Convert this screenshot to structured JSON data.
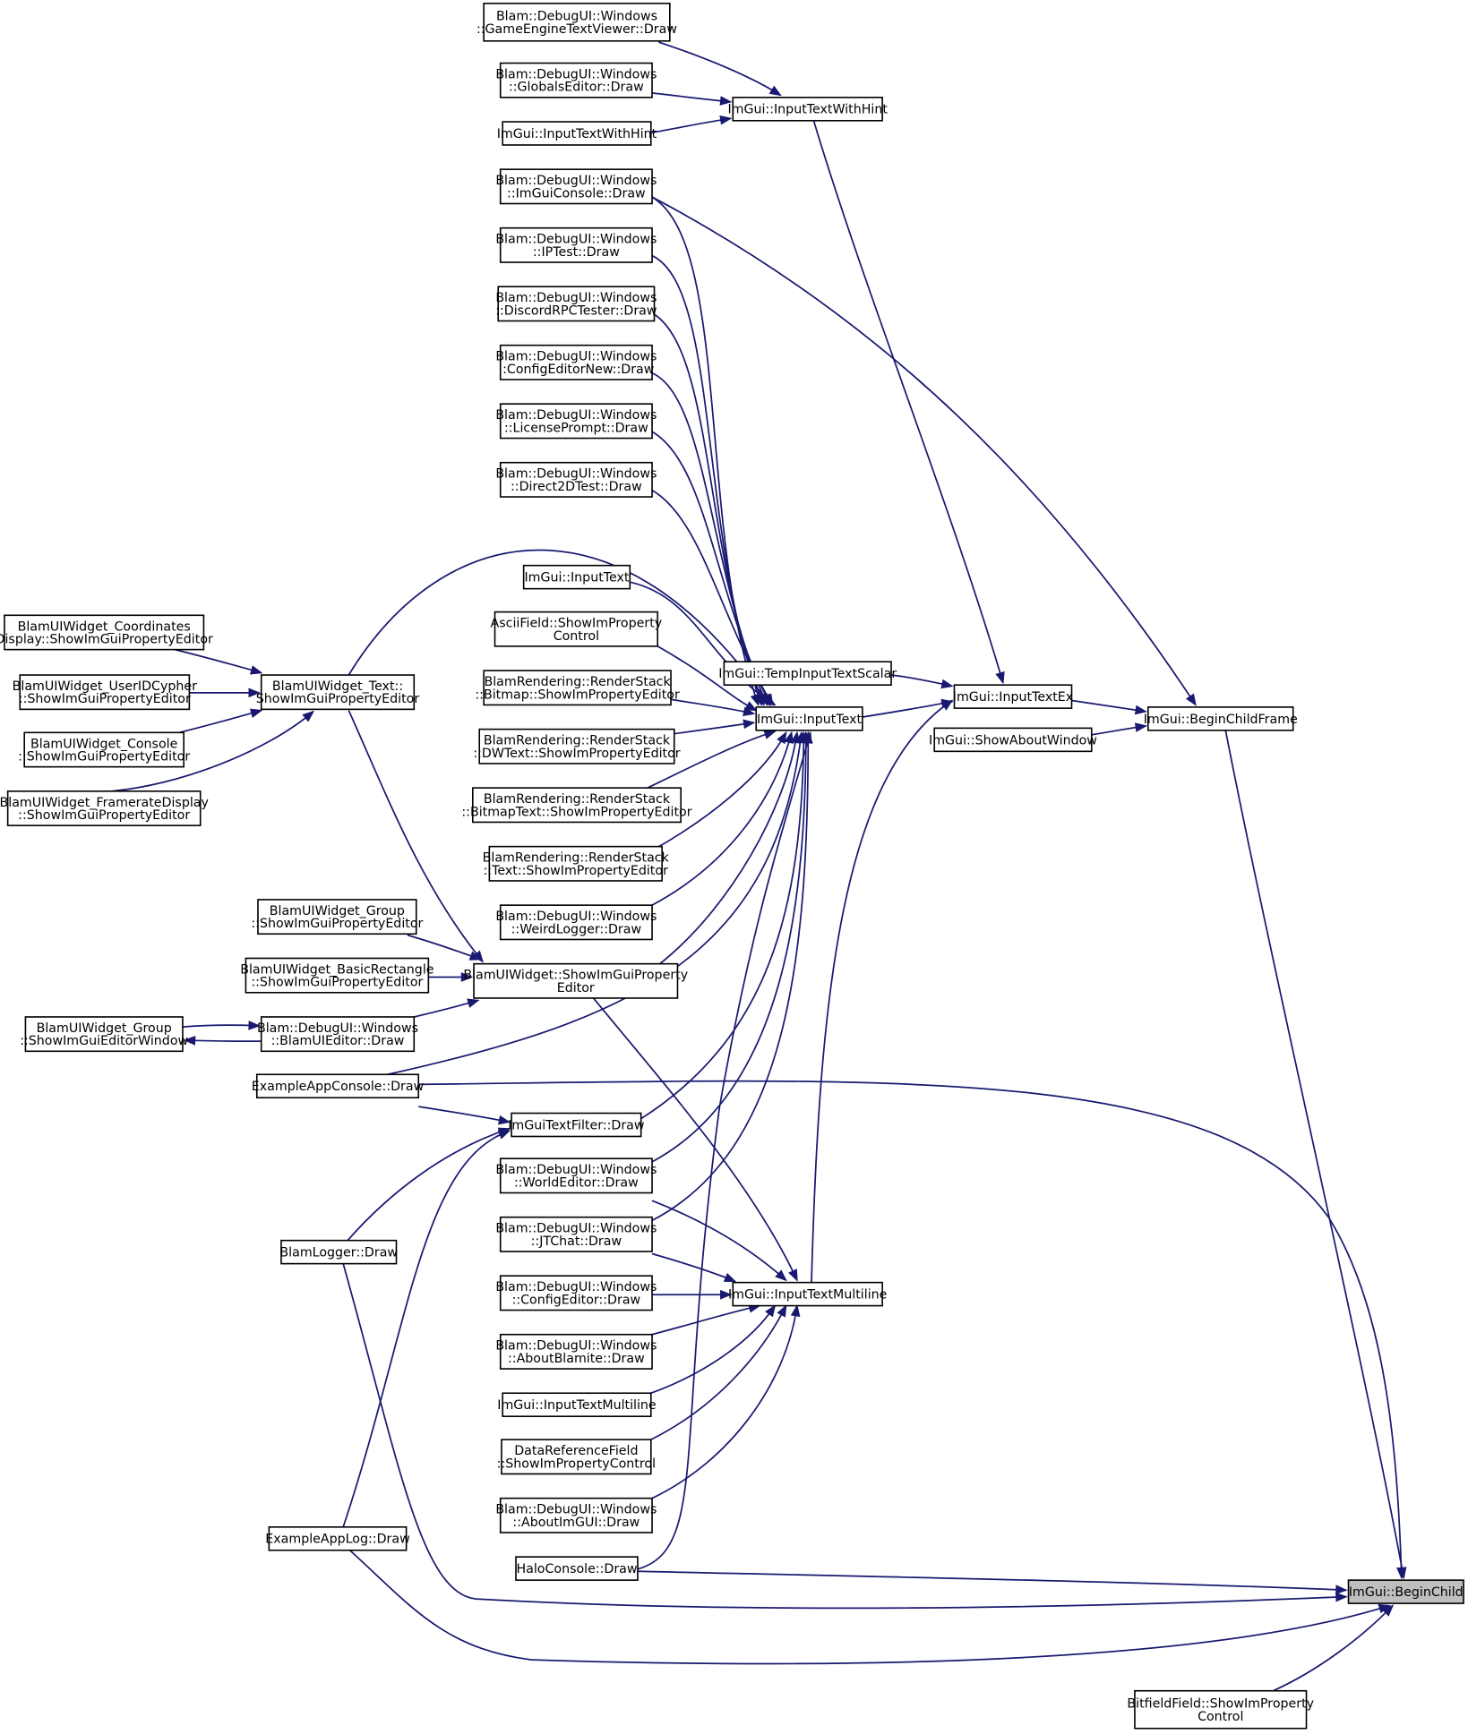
{
  "graph": {
    "edge_color": "#191970",
    "highlight_fill": "#bfbfbf",
    "nodes": [
      {
        "id": "n_gettv",
        "lines": [
          "Blam::DebugUI::Windows",
          "::GameEngineTextViewer::Draw"
        ]
      },
      {
        "id": "n_globals",
        "lines": [
          "Blam::DebugUI::Windows",
          "::GlobalsEditor::Draw"
        ]
      },
      {
        "id": "n_inputhintcaller",
        "lines": [
          "ImGui::InputTextWithHint"
        ]
      },
      {
        "id": "n_imguiconsole",
        "lines": [
          "Blam::DebugUI::Windows",
          "::ImGuiConsole::Draw"
        ]
      },
      {
        "id": "n_iptest",
        "lines": [
          "Blam::DebugUI::Windows",
          "::IPTest::Draw"
        ]
      },
      {
        "id": "n_discord",
        "lines": [
          "Blam::DebugUI::Windows",
          "::DiscordRPCTester::Draw"
        ]
      },
      {
        "id": "n_confignew",
        "lines": [
          "Blam::DebugUI::Windows",
          "::ConfigEditorNew::Draw"
        ]
      },
      {
        "id": "n_license",
        "lines": [
          "Blam::DebugUI::Windows",
          "::LicensePrompt::Draw"
        ]
      },
      {
        "id": "n_d2d",
        "lines": [
          "Blam::DebugUI::Windows",
          "::Direct2DTest::Draw"
        ]
      },
      {
        "id": "n_inputtextcaller",
        "lines": [
          "ImGui::InputText"
        ]
      },
      {
        "id": "n_ascii",
        "lines": [
          "AsciiField::ShowImProperty",
          "Control"
        ]
      },
      {
        "id": "n_rsbitmap",
        "lines": [
          "BlamRendering::RenderStack",
          "::Bitmap::ShowImPropertyEditor"
        ]
      },
      {
        "id": "n_rsdw",
        "lines": [
          "BlamRendering::RenderStack",
          "::DWText::ShowImPropertyEditor"
        ]
      },
      {
        "id": "n_rsbmtext",
        "lines": [
          "BlamRendering::RenderStack",
          "::BitmapText::ShowImPropertyEditor"
        ]
      },
      {
        "id": "n_rstext",
        "lines": [
          "BlamRendering::RenderStack",
          "::Text::ShowImPropertyEditor"
        ]
      },
      {
        "id": "n_weird",
        "lines": [
          "Blam::DebugUI::Windows",
          "::WeirdLogger::Draw"
        ]
      },
      {
        "id": "n_coords",
        "lines": [
          "BlamUIWidget_Coordinates",
          "Display::ShowImGuiPropertyEditor"
        ]
      },
      {
        "id": "n_userid",
        "lines": [
          "BlamUIWidget_UserIDCypher",
          "::ShowImGuiPropertyEditor"
        ]
      },
      {
        "id": "n_console",
        "lines": [
          "BlamUIWidget_Console",
          "::ShowImGuiPropertyEditor"
        ]
      },
      {
        "id": "n_framerate",
        "lines": [
          "BlamUIWidget_FramerateDisplay",
          "::ShowImGuiPropertyEditor"
        ]
      },
      {
        "id": "n_textw",
        "lines": [
          "BlamUIWidget_Text::",
          "ShowImGuiPropertyEditor"
        ]
      },
      {
        "id": "n_groupprop",
        "lines": [
          "BlamUIWidget_Group",
          "::ShowImGuiPropertyEditor"
        ]
      },
      {
        "id": "n_basicrect",
        "lines": [
          "BlamUIWidget_BasicRectangle",
          "::ShowImGuiPropertyEditor"
        ]
      },
      {
        "id": "n_uiwidget",
        "lines": [
          "BlamUIWidget::ShowImGuiProperty",
          "Editor"
        ]
      },
      {
        "id": "n_groupwin",
        "lines": [
          "BlamUIWidget_Group",
          "::ShowImGuiEditorWindow"
        ]
      },
      {
        "id": "n_uieditor",
        "lines": [
          "Blam::DebugUI::Windows",
          "::BlamUIEditor::Draw"
        ]
      },
      {
        "id": "n_appconsole",
        "lines": [
          "ExampleAppConsole::Draw"
        ]
      },
      {
        "id": "n_textfilter",
        "lines": [
          "ImGuiTextFilter::Draw"
        ]
      },
      {
        "id": "n_blamlogger",
        "lines": [
          "BlamLogger::Draw"
        ]
      },
      {
        "id": "n_world",
        "lines": [
          "Blam::DebugUI::Windows",
          "::WorldEditor::Draw"
        ]
      },
      {
        "id": "n_jtchat",
        "lines": [
          "Blam::DebugUI::Windows",
          "::JTChat::Draw"
        ]
      },
      {
        "id": "n_configeditor",
        "lines": [
          "Blam::DebugUI::Windows",
          "::ConfigEditor::Draw"
        ]
      },
      {
        "id": "n_aboutblamite",
        "lines": [
          "Blam::DebugUI::Windows",
          "::AboutBlamite::Draw"
        ]
      },
      {
        "id": "n_multicaller",
        "lines": [
          "ImGui::InputTextMultiline"
        ]
      },
      {
        "id": "n_dataref",
        "lines": [
          "DataReferenceField",
          "::ShowImPropertyControl"
        ]
      },
      {
        "id": "n_aboutimgui",
        "lines": [
          "Blam::DebugUI::Windows",
          "::AboutImGUI::Draw"
        ]
      },
      {
        "id": "n_applog",
        "lines": [
          "ExampleAppLog::Draw"
        ]
      },
      {
        "id": "n_haloconsole",
        "lines": [
          "HaloConsole::Draw"
        ]
      },
      {
        "id": "n_inputtexthint",
        "lines": [
          "ImGui::InputTextWithHint"
        ]
      },
      {
        "id": "n_inputtext",
        "lines": [
          "ImGui::InputText"
        ]
      },
      {
        "id": "n_tempscalar",
        "lines": [
          "ImGui::TempInputTextScalar"
        ]
      },
      {
        "id": "n_inputtextex",
        "lines": [
          "ImGui::InputTextEx"
        ]
      },
      {
        "id": "n_aboutwindow",
        "lines": [
          "ImGui::ShowAboutWindow"
        ]
      },
      {
        "id": "n_beginchildframe",
        "lines": [
          "ImGui::BeginChildFrame"
        ]
      },
      {
        "id": "n_multiline",
        "lines": [
          "ImGui::InputTextMultiline"
        ]
      },
      {
        "id": "n_beginchild",
        "lines": [
          "ImGui::BeginChild"
        ],
        "highlight": true
      },
      {
        "id": "n_bitfield",
        "lines": [
          "BitfieldField::ShowImProperty",
          "Control"
        ]
      }
    ]
  }
}
